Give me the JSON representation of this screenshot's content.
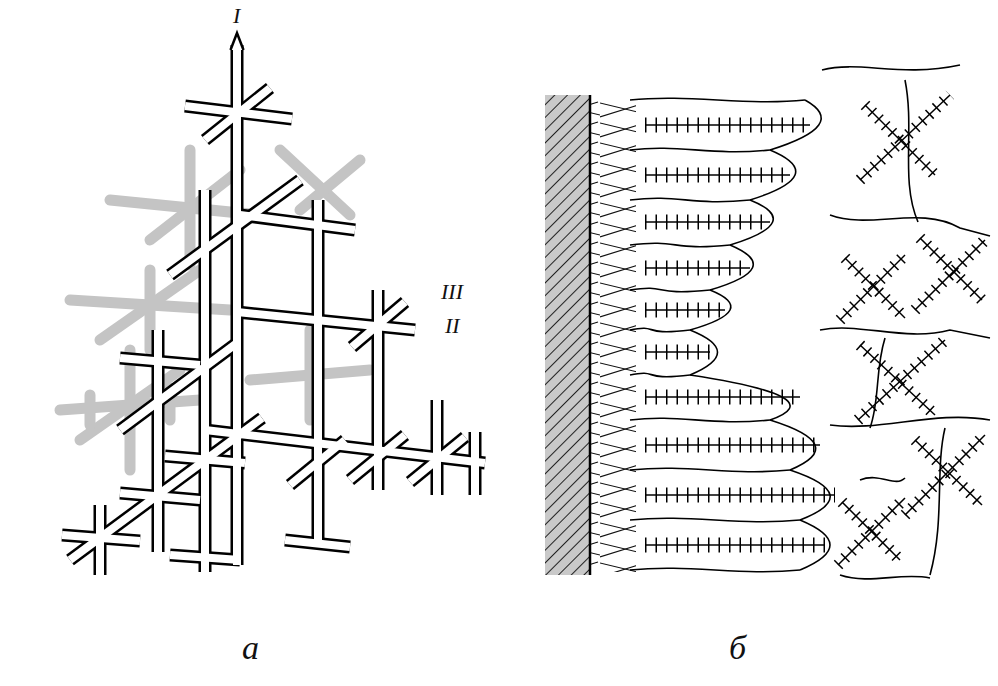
{
  "diagram": {
    "labels": [
      "I",
      "III",
      "II",
      "а",
      "б"
    ]
  }
}
